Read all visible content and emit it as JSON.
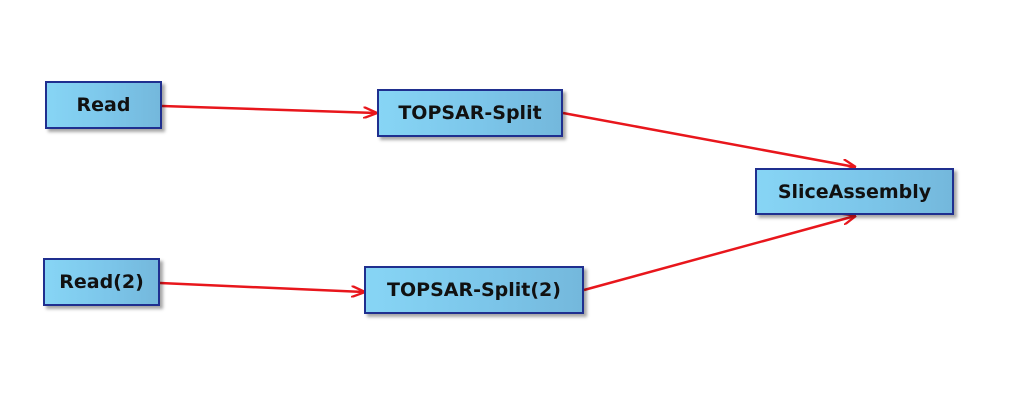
{
  "graph": {
    "nodes": {
      "read": {
        "label": "Read"
      },
      "read2": {
        "label": "Read(2)"
      },
      "split": {
        "label": "TOPSAR-Split"
      },
      "split2": {
        "label": "TOPSAR-Split(2)"
      },
      "slice": {
        "label": "SliceAssembly"
      }
    },
    "edges": [
      {
        "from": "read",
        "to": "split"
      },
      {
        "from": "split",
        "to": "slice"
      },
      {
        "from": "read2",
        "to": "split2"
      },
      {
        "from": "split2",
        "to": "slice"
      }
    ],
    "edge_color": "#e8161c",
    "node_fill": "#7cc6ea",
    "node_border": "#1f2f8f"
  }
}
